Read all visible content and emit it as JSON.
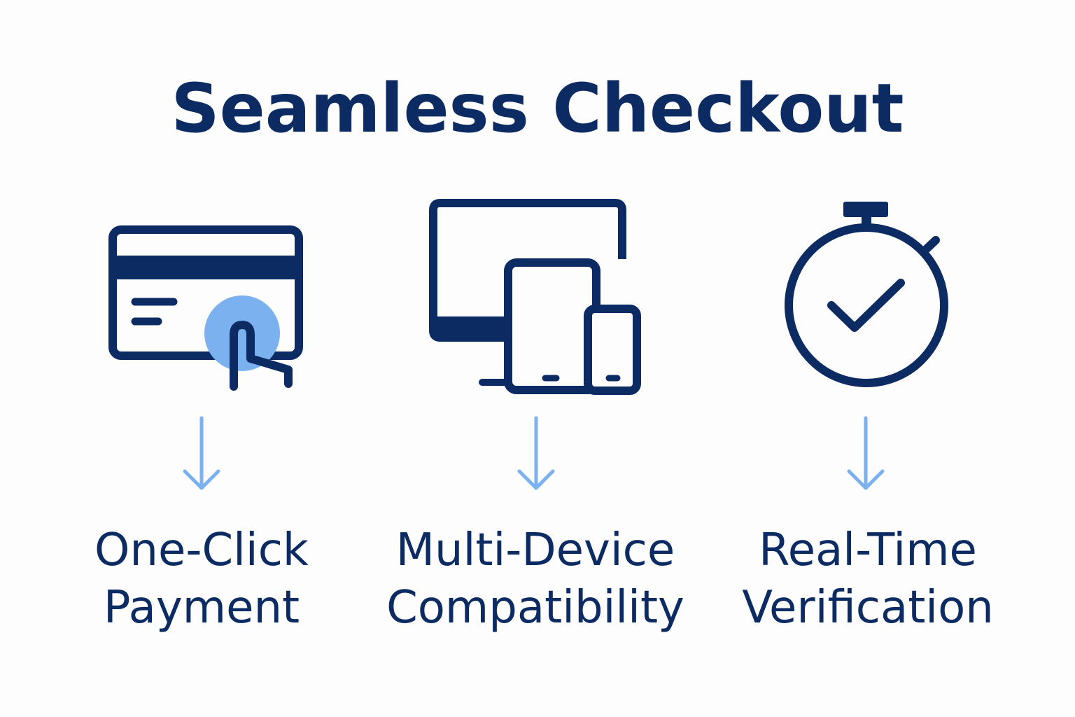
{
  "title": "Seamless Checkout",
  "colors": {
    "navy": "#0d2b63",
    "accent": "#7ab1ee",
    "background": "#fdfdfd"
  },
  "features": [
    {
      "icon": "credit-card-tap-icon",
      "label_line1": "One-Click",
      "label_line2": "Payment"
    },
    {
      "icon": "multi-device-icon",
      "label_line1": "Multi-Device",
      "label_line2": "Compatibility"
    },
    {
      "icon": "stopwatch-check-icon",
      "label_line1": "Real-Time",
      "label_line2": "Verification"
    }
  ]
}
